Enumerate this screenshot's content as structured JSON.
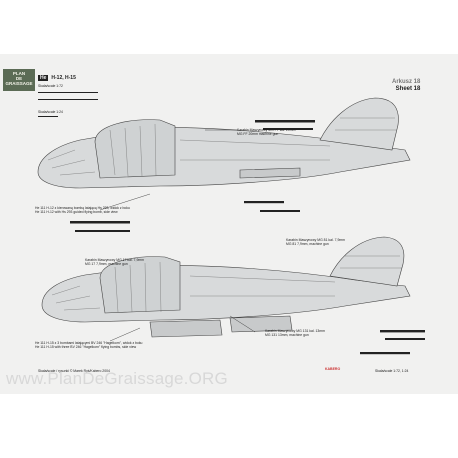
{
  "logo": {
    "line1": "PLAN",
    "line2": "DE",
    "line3": "GRAISSAGE"
  },
  "header": {
    "badge": "He",
    "title": "H-12, H-15"
  },
  "scales": {
    "top": "Skala/scale 1:72",
    "bottom": "Skala/scale 1:24"
  },
  "sheet": {
    "label_pl": "Arkusz 18",
    "label_en": "Sheet 18"
  },
  "callouts": {
    "mg_ff": [
      "Karabin Maszynowy MG FF kal. 20mm",
      "MG FF 20mm machine gun"
    ],
    "hs293": [
      "He 111 H-12 z kierowaną bombą latającą Hs 293, widok z boku",
      "He 111 H-12 with Hs 293 guided flying bomb, side view"
    ],
    "mg81": [
      "Karabin Maszynowy MG 81 kal. 7,9mm",
      "MG 81 7,9mm, machine gun"
    ],
    "mg17": [
      "Karabin Maszynowy MG 17 kal. 7,9mm",
      "MG 17 7,9mm, machine gun"
    ],
    "mg131": [
      "Karabin Maszynowy MG 131 kal. 13mm",
      "MG 131 13mm, machine gun"
    ],
    "bv246": [
      "He 111 H-15 z 3 bombami latającymi BV 246 \"Hagelkorn\", widok z boku",
      "He 111 H-15 with three BV 246 \"Hagelkorn\" flying bombs, side view"
    ]
  },
  "footer": {
    "copyright": "Skala/scale / rysunki © Marek Ryś/Kabero 2004",
    "scale_note": "Skala/scale 1:72, 1:24",
    "brand": "KABERO",
    "watermark": "www.PlanDeGraissage.ORG"
  }
}
